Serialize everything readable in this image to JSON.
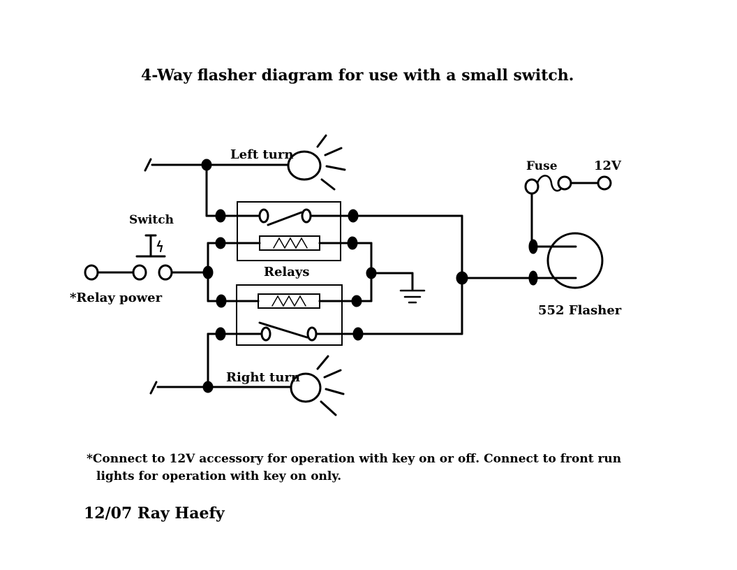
{
  "title": "4-Way flasher diagram for use with a small switch.",
  "labels": {
    "left_turn": "Left turn",
    "right_turn": "Right turn",
    "switch": "Switch",
    "relay_power": "*Relay power",
    "relays": "Relays",
    "fuse": "Fuse",
    "voltage": "12V",
    "flasher": "552 Flasher"
  },
  "note": {
    "line1": "*Connect to 12V accessory for operation with key on or off. Connect to front run",
    "line2": "lights for operation with key on only."
  },
  "signature": "12/07 Ray Haefy",
  "colors": {
    "ink": "#000000",
    "background": "#ffffff"
  }
}
